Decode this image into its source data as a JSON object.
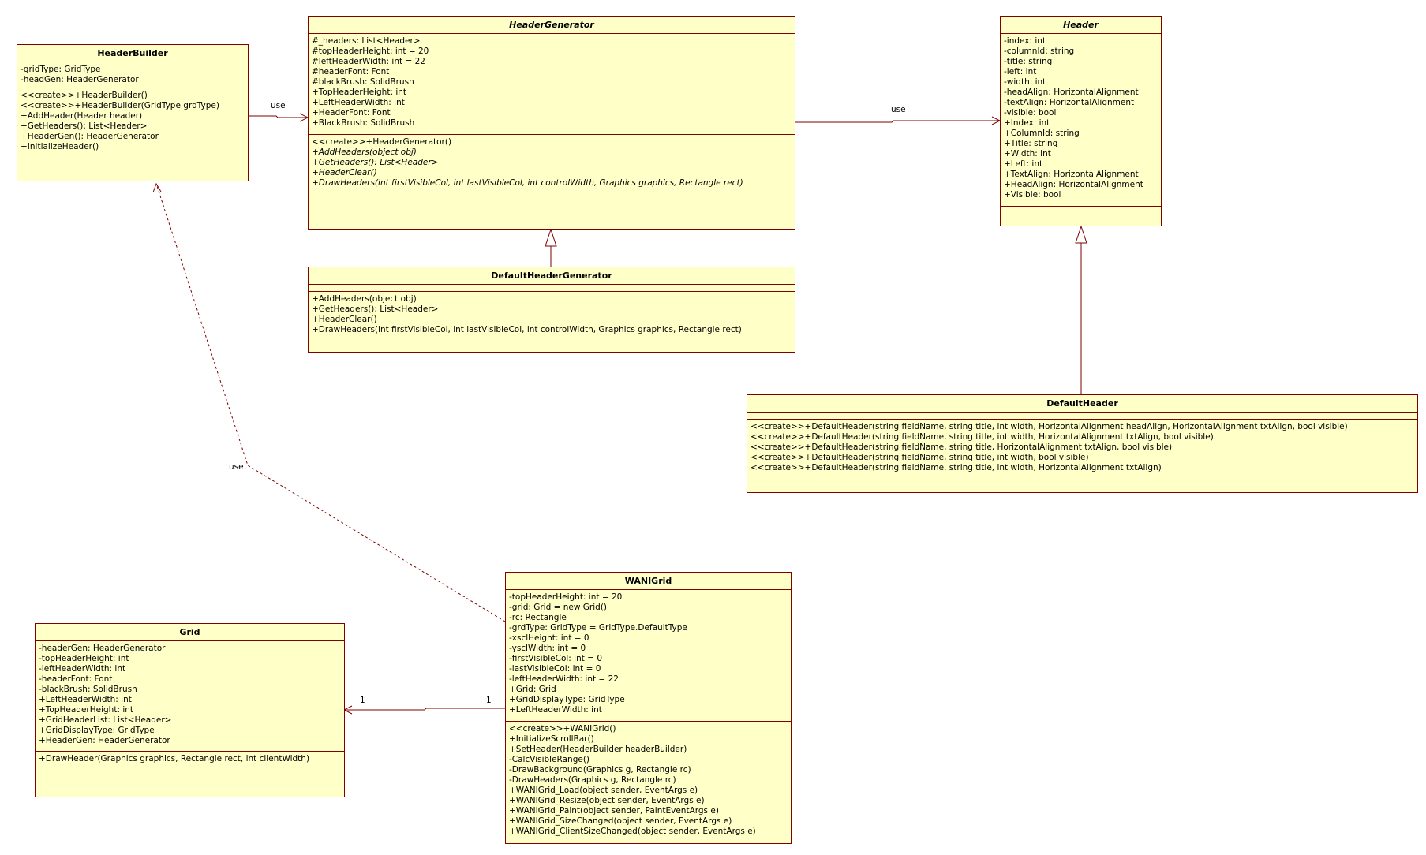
{
  "classes": {
    "header_builder": {
      "name": "HeaderBuilder",
      "attributes": [
        "-gridType: GridType",
        "-headGen: HeaderGenerator"
      ],
      "operations": [
        "<<create>>+HeaderBuilder()",
        "<<create>>+HeaderBuilder(GridType grdType)",
        "+AddHeader(Header header)",
        "+GetHeaders(): List<Header>",
        "+HeaderGen(): HeaderGenerator",
        "+InitializeHeader()"
      ]
    },
    "header_generator": {
      "name": "HeaderGenerator",
      "attributes": [
        "#_headers: List<Header>",
        "#topHeaderHeight: int = 20",
        "#leftHeaderWidth: int = 22",
        "#headerFont: Font",
        "#blackBrush: SolidBrush",
        "+TopHeaderHeight: int",
        "+LeftHeaderWidth: int",
        "+HeaderFont: Font",
        "+BlackBrush: SolidBrush"
      ],
      "operations": [
        "<<create>>+HeaderGenerator()",
        "+AddHeaders(object obj)",
        "+GetHeaders(): List<Header>",
        "+HeaderClear()",
        "+DrawHeaders(int firstVisibleCol, int lastVisibleCol, int controlWidth, Graphics graphics, Rectangle rect)"
      ]
    },
    "header": {
      "name": "Header",
      "attributes": [
        "-index: int",
        "-columnId: string",
        "-title: string",
        "-left: int",
        "-width: int",
        "-headAlign: HorizontalAlignment",
        "-textAlign: HorizontalAlignment",
        "-visible: bool",
        "+Index: int",
        "+ColumnId: string",
        "+Title: string",
        "+Width: int",
        "+Left: int",
        "+TextAlign: HorizontalAlignment",
        "+HeadAlign: HorizontalAlignment",
        "+Visible: bool"
      ],
      "operations": []
    },
    "default_header_generator": {
      "name": "DefaultHeaderGenerator",
      "attributes": [],
      "operations": [
        "+AddHeaders(object obj)",
        "+GetHeaders(): List<Header>",
        "+HeaderClear()",
        "+DrawHeaders(int firstVisibleCol, int lastVisibleCol, int controlWidth, Graphics graphics, Rectangle rect)"
      ]
    },
    "default_header": {
      "name": "DefaultHeader",
      "attributes": [],
      "operations": [
        "<<create>>+DefaultHeader(string fieldName, string title, int width, HorizontalAlignment headAlign, HorizontalAlignment txtAlign, bool visible)",
        "<<create>>+DefaultHeader(string fieldName, string title, int width, HorizontalAlignment txtAlign, bool visible)",
        "<<create>>+DefaultHeader(string fieldName, string title, HorizontalAlignment txtAlign, bool visible)",
        "<<create>>+DefaultHeader(string fieldName, string title, int width, bool visible)",
        "<<create>>+DefaultHeader(string fieldName, string title, int width, HorizontalAlignment txtAlign)"
      ]
    },
    "grid": {
      "name": "Grid",
      "attributes": [
        "-headerGen: HeaderGenerator",
        "-topHeaderHeight: int",
        "-leftHeaderWidth: int",
        "-headerFont: Font",
        "-blackBrush: SolidBrush",
        "+LeftHeaderWidth: int",
        "+TopHeaderHeight: int",
        "+GridHeaderList: List<Header>",
        "+GridDisplayType: GridType",
        "+HeaderGen: HeaderGenerator"
      ],
      "operations": [
        "+DrawHeader(Graphics graphics, Rectangle rect, int clientWidth)"
      ]
    },
    "wanigrid": {
      "name": "WANIGrid",
      "attributes": [
        "-topHeaderHeight: int = 20",
        "-grid: Grid = new Grid()",
        "-rc: Rectangle",
        "-grdType: GridType = GridType.DefaultType",
        "-xsclHeight: int = 0",
        "-ysclWidth: int = 0",
        "-firstVisibleCol: int = 0",
        "-lastVisibleCol: int = 0",
        "-leftHeaderWidth: int = 22",
        "+Grid: Grid",
        "+GridDisplayType: GridType",
        "+LeftHeaderWidth: int"
      ],
      "operations": [
        "<<create>>+WANIGrid()",
        "+InitializeScrollBar()",
        "+SetHeader(HeaderBuilder headerBuilder)",
        "-CalcVisibleRange()",
        "-DrawBackground(Graphics g, Rectangle rc)",
        "-DrawHeaders(Graphics g, Rectangle rc)",
        "+WANIGrid_Load(object sender, EventArgs e)",
        "+WANIGrid_Resize(object sender, EventArgs e)",
        "+WANIGrid_Paint(object sender, PaintEventArgs e)",
        "+WANIGrid_SizeChanged(object sender, EventArgs e)",
        "+WANIGrid_ClientSizeChanged(object sender, EventArgs e)"
      ]
    }
  },
  "labels": {
    "use_builder_generator": "use",
    "use_generator_header": "use",
    "use_wanigrid_builder": "use",
    "mult_grid": "1",
    "mult_wanigrid": "1"
  },
  "colors": {
    "border": "#800000",
    "fill": "#ffffc8"
  }
}
